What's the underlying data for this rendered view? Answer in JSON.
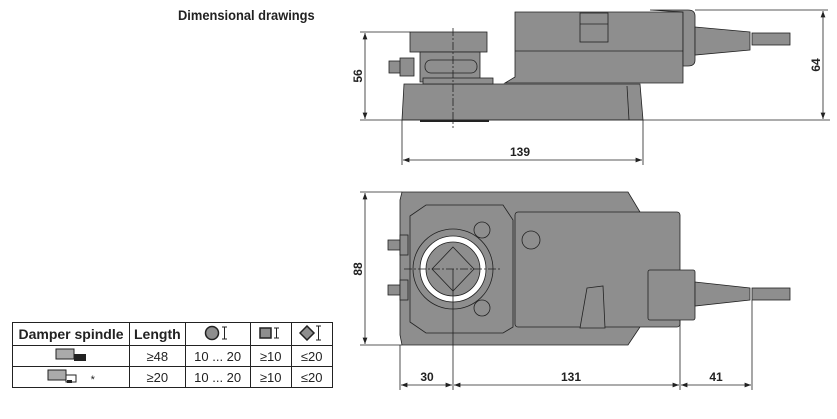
{
  "title": "Dimensional drawings",
  "dimensions": {
    "side_height_body": "56",
    "side_height_total": "64",
    "side_length": "139",
    "top_width": "88",
    "top_offset": "30",
    "top_length": "131",
    "top_cable": "41"
  },
  "table": {
    "headers": [
      "Damper spindle",
      "Length"
    ],
    "header_icons": [
      "round-spindle-icon",
      "square-spindle-icon",
      "diamond-spindle-icon"
    ],
    "rows": [
      {
        "spindle_icon": "long-spindle-icon",
        "note": "",
        "length": "≥48",
        "round": "10 ... 20",
        "square": "≥10",
        "diamond": "≤20"
      },
      {
        "spindle_icon": "short-spindle-icon",
        "note": "*",
        "length": "≥20",
        "round": "10 ... 20",
        "square": "≥10",
        "diamond": "≤20"
      }
    ]
  },
  "colors": {
    "body": "#8e8e8e",
    "line": "#222222"
  }
}
